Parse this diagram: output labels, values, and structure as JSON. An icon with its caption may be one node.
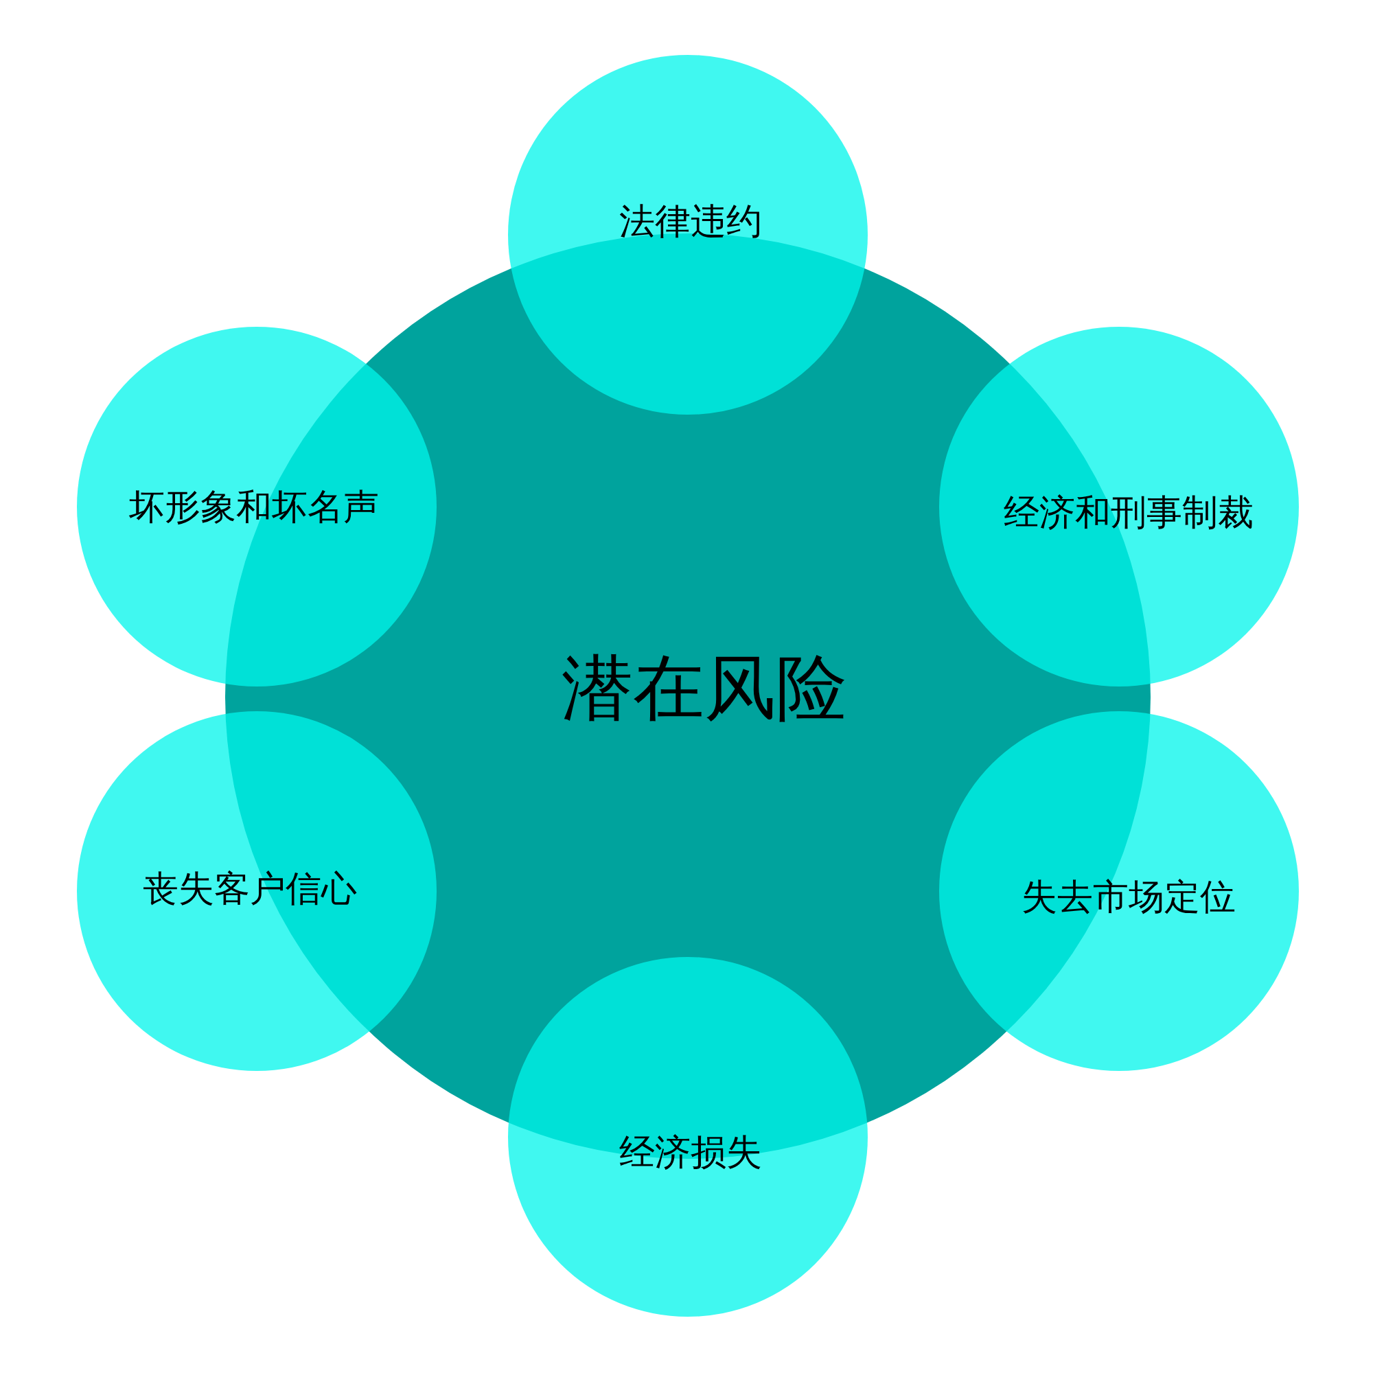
{
  "diagram": {
    "nodes": [
      {
        "text": [
          "潜在风险"
        ]
      },
      {
        "text": [
          "法律违约"
        ]
      },
      {
        "text": [
          "经济和刑事制裁"
        ]
      },
      {
        "text": [
          "失去市场定位"
        ]
      },
      {
        "text": [
          "经济损失"
        ]
      },
      {
        "text": [
          "丧失客户信心"
        ]
      },
      {
        "text": [
          "坏形象和坏名声"
        ]
      }
    ]
  }
}
